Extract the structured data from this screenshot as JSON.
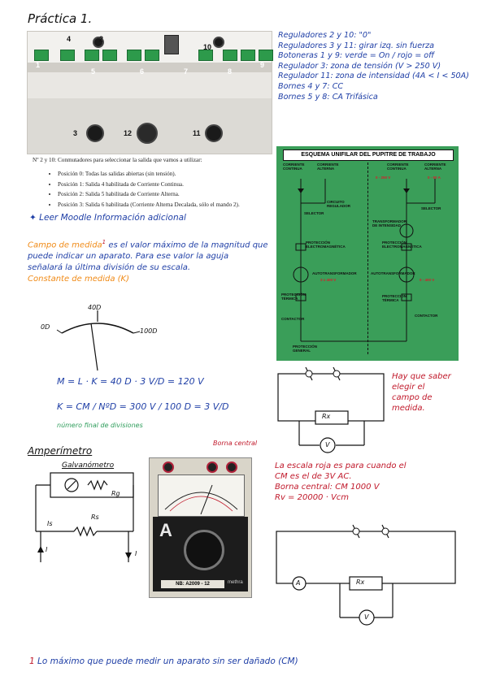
{
  "title": "Práctica 1.",
  "photo_top": {
    "numbers_top": [
      "1",
      "4",
      "5",
      "6",
      "7",
      "10",
      "8",
      "9",
      "2"
    ],
    "numbers_bottom": [
      "3",
      "12",
      "11"
    ]
  },
  "notes_right": [
    "Reguladores 2 y 10: \"0\"",
    "Reguladores 3 y 11: girar izq. sin fuerza",
    "Botoneras 1 y 9: verde = On / rojo = off",
    "Regulador 3: zona de tensión (V > 250 V)",
    "Regulador 11: zona de intensidad (4A < I < 50A)",
    "Bornes 4 y 7: CC",
    "Bornes 5 y 8: CA Trifásica"
  ],
  "conmutadores": {
    "intro": "Nº 2 y 10: Conmutadores para seleccionar la salida que vamos a utilizar:",
    "items": [
      "Posición 0: Todas las salidas abiertas (sin tensión).",
      "Posición 1: Salida 4 habilitada de Corriente Continua.",
      "Posición 2: Salida 5 habilitada de Corriente Alterna.",
      "Posición 3: Salida 6 habilitada (Corriente Alterna Decalada, sólo el mando 2)."
    ]
  },
  "diagram": {
    "header": "ESQUEMA UNIFILAR DEL PUPITRE DE TRABAJO",
    "labels": {
      "cc_left": "CORRIENTE CONTINUA",
      "ca_left": "CORRIENTE ALTERNA",
      "cc_right": "CORRIENTE CONTINUA",
      "ca_right": "CORRIENTE ALTERNA",
      "selector_l": "SELECTOR",
      "selector_r": "SELECTOR",
      "circuito": "CIRCUITO REGULADOR",
      "transformador": "TRANSFORMADOR DE INTENSIDAD",
      "prot_l": "PROTECCIÓN ELECTROMAGNÉTICA",
      "prot_r": "PROTECCIÓN ELECTROMAGNÉTICA",
      "auto_l": "AUTOTRANSFORMADOR",
      "auto_r": "AUTOTRANSFORMADOR",
      "term_l": "PROTECCIÓN TÉRMICA",
      "term_r": "PROTECCIÓN TÉRMICA",
      "cont_l": "CONTACTOR",
      "cont_r": "CONTACTOR",
      "general": "PROTECCIÓN GENERAL",
      "red_1": "0 - 250 V",
      "red_2": "0 - 50 A",
      "red_3": "3 x 400 V",
      "red_4": "0 - 400 V"
    }
  },
  "leer": "Leer Moodle Información adicional",
  "campo_label": "Campo de medida",
  "campo_text_1": "es el valor máximo de la magnitud que",
  "campo_text_2": "puede indicar un aparato. Para ese valor la aguja",
  "campo_text_3": "señalará la última división de su escala.",
  "constante_label": "Constante de medida (K)",
  "scale": {
    "zero": "0D",
    "mid": "40D",
    "max": "100D"
  },
  "formula_1": "M = L · K = 40 D · 3 V/D = 120 V",
  "formula_2": "K = CM / NºD = 300 V / 100 D = 3 V/D",
  "formula_note": "número final de divisiones",
  "hay_que": [
    "Hay que saber",
    "elegir el",
    "campo de",
    "medida."
  ],
  "amperimetro": "Amperímetro",
  "galvanometro": "Galvanómetro",
  "amp_labels": {
    "rg": "Rg",
    "rs": "Rs",
    "is": "Is",
    "i_in": "I",
    "i_out": "I"
  },
  "borna_central": "Borna central",
  "meter": {
    "letter": "A",
    "model": "NB: A2009 - 12",
    "brand": "methra"
  },
  "red_note": [
    "La escala roja es para cuando el",
    "CM es el de 3V AC.",
    "Borna central: CM 1000 V",
    "Rv = 20000 · Vcm"
  ],
  "rx_label": "Rx",
  "v_label": "V",
  "a_label": "A",
  "footnote_num": "1",
  "footnote": "Lo máximo que puede medir un aparato sin ser dañado (CM)"
}
